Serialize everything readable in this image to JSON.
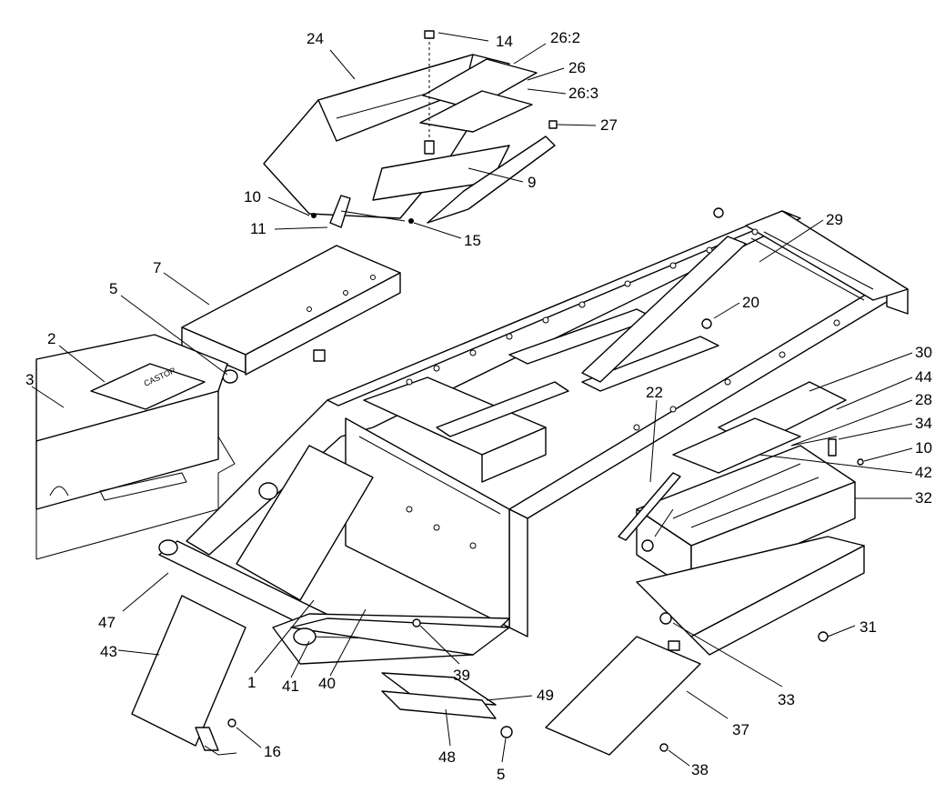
{
  "callouts": [
    {
      "id": "c24",
      "text": "24"
    },
    {
      "id": "c14",
      "text": "14"
    },
    {
      "id": "c26-2",
      "text": "26:2"
    },
    {
      "id": "c26",
      "text": "26"
    },
    {
      "id": "c26-3",
      "text": "26:3"
    },
    {
      "id": "c27",
      "text": "27"
    },
    {
      "id": "c9",
      "text": "9"
    },
    {
      "id": "c10a",
      "text": "10"
    },
    {
      "id": "c11",
      "text": "11"
    },
    {
      "id": "c15",
      "text": "15"
    },
    {
      "id": "c29",
      "text": "29"
    },
    {
      "id": "c7",
      "text": "7"
    },
    {
      "id": "c5a",
      "text": "5"
    },
    {
      "id": "c2",
      "text": "2"
    },
    {
      "id": "c3",
      "text": "3"
    },
    {
      "id": "c20",
      "text": "20"
    },
    {
      "id": "c30",
      "text": "30"
    },
    {
      "id": "c44",
      "text": "44"
    },
    {
      "id": "c22",
      "text": "22"
    },
    {
      "id": "c28",
      "text": "28"
    },
    {
      "id": "c34",
      "text": "34"
    },
    {
      "id": "c10b",
      "text": "10"
    },
    {
      "id": "c42",
      "text": "42"
    },
    {
      "id": "c32",
      "text": "32"
    },
    {
      "id": "c47",
      "text": "47"
    },
    {
      "id": "c43",
      "text": "43"
    },
    {
      "id": "c1",
      "text": "1"
    },
    {
      "id": "c41",
      "text": "41"
    },
    {
      "id": "c40",
      "text": "40"
    },
    {
      "id": "c39",
      "text": "39"
    },
    {
      "id": "c31",
      "text": "31"
    },
    {
      "id": "c33",
      "text": "33"
    },
    {
      "id": "c49",
      "text": "49"
    },
    {
      "id": "c48",
      "text": "48"
    },
    {
      "id": "c37",
      "text": "37"
    },
    {
      "id": "c16",
      "text": "16"
    },
    {
      "id": "c5b",
      "text": "5"
    },
    {
      "id": "c38",
      "text": "38"
    }
  ],
  "logo_text": "CASTOR"
}
